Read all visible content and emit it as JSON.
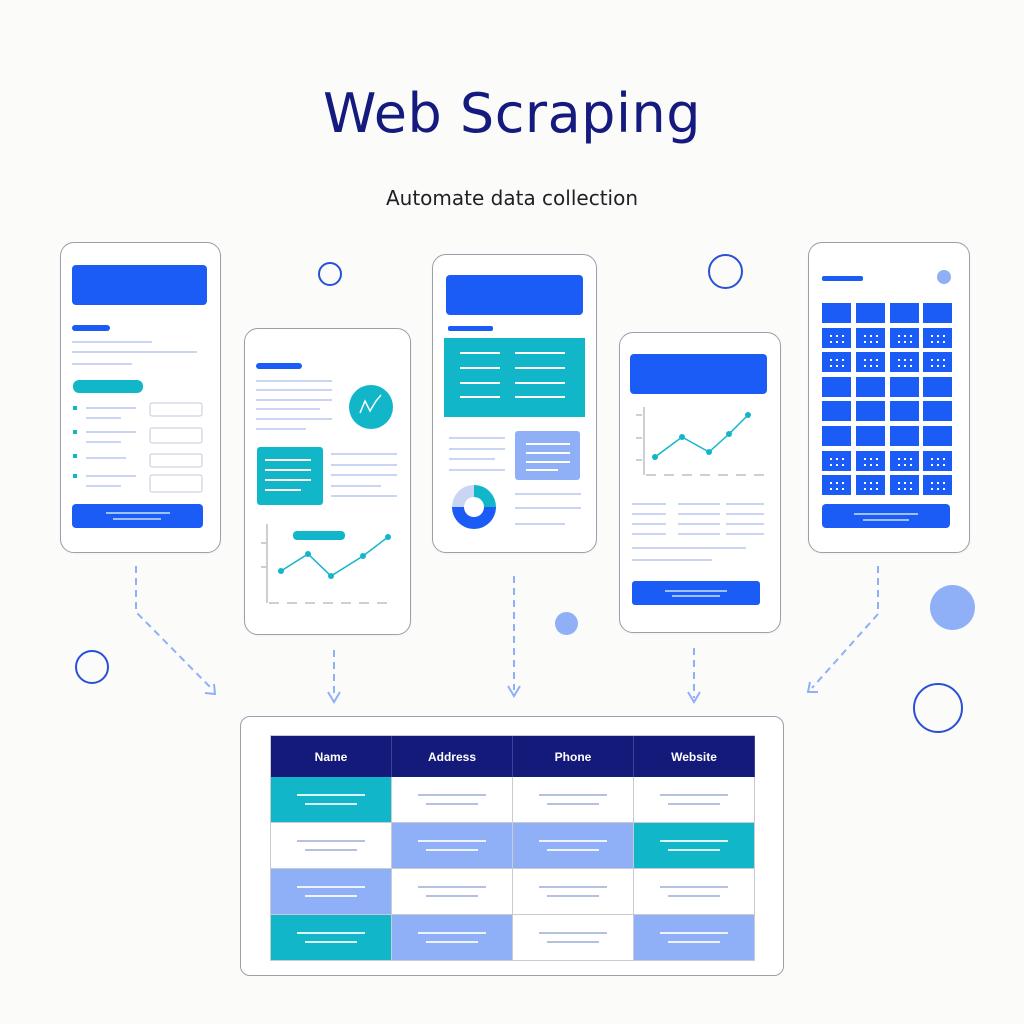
{
  "header": {
    "title": "Web Scraping",
    "subtitle": "Automate data collection"
  },
  "colors": {
    "navy": "#141a7e",
    "blue": "#1a5cf5",
    "teal": "#11b7c9",
    "light_blue": "#8fb0f7",
    "pale_line": "#c9d5f2"
  },
  "screens": [
    {
      "name": "form screen"
    },
    {
      "name": "article with line chart screen"
    },
    {
      "name": "dashboard with pie chart screen"
    },
    {
      "name": "chart and report screen"
    },
    {
      "name": "grid calendar screen"
    }
  ],
  "table": {
    "columns": [
      "Name",
      "Address",
      "Phone",
      "Website"
    ],
    "rows": [
      [
        "teal",
        "white",
        "white",
        "white"
      ],
      [
        "white",
        "light",
        "light",
        "teal"
      ],
      [
        "light",
        "white",
        "white",
        "white"
      ],
      [
        "teal",
        "light",
        "white",
        "light"
      ]
    ]
  }
}
